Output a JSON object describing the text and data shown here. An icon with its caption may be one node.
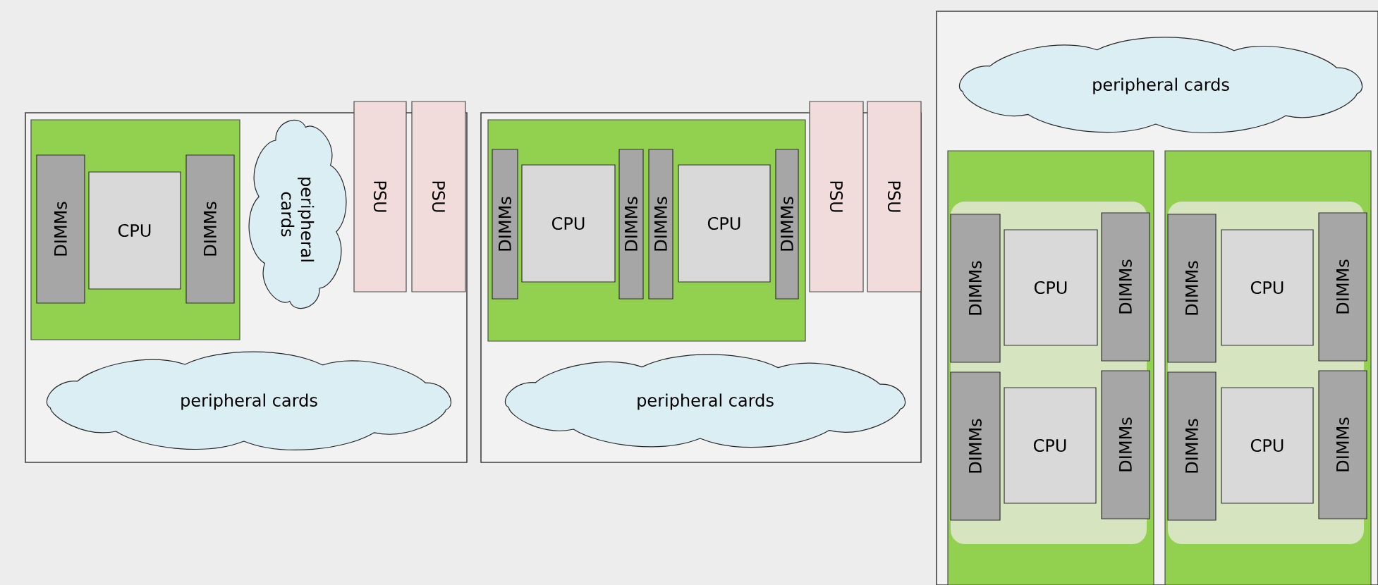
{
  "diagram": {
    "nodes": [
      {
        "text": [],
        "shape": "box"
      },
      {
        "text": [],
        "shape": "box",
        "in": 0
      },
      {
        "text": [
          "DIMMs"
        ],
        "in": 1
      },
      {
        "text": [
          "CPU"
        ],
        "in": 1
      },
      {
        "text": [
          "DIMMs"
        ],
        "in": 1
      },
      {
        "text": [
          "peripheral cards"
        ],
        "in": 0
      },
      {
        "text": [
          "PSU"
        ]
      },
      {
        "text": [
          "PSU"
        ]
      },
      {
        "text": [
          "peripheral cards"
        ],
        "in": 0
      },
      {
        "text": [],
        "shape": "box"
      },
      {
        "text": [],
        "shape": "box",
        "in": 9
      },
      {
        "text": [
          "DIMMs"
        ],
        "in": 10
      },
      {
        "text": [
          "CPU"
        ],
        "in": 10
      },
      {
        "text": [
          "DIMMs"
        ],
        "in": 10
      },
      {
        "text": [
          "DIMMs"
        ],
        "in": 10
      },
      {
        "text": [
          "CPU"
        ],
        "in": 10
      },
      {
        "text": [
          "DIMMs"
        ],
        "in": 10
      },
      {
        "text": [
          "PSU"
        ]
      },
      {
        "text": [
          "PSU"
        ]
      },
      {
        "text": [
          "peripheral cards"
        ],
        "in": 9
      },
      {
        "text": [],
        "shape": "box"
      },
      {
        "text": [
          "peripheral cards"
        ],
        "in": 20
      },
      {
        "text": [],
        "shape": "box",
        "in": 20
      },
      {
        "text": [
          "DIMMs"
        ],
        "in": 22
      },
      {
        "text": [
          "CPU"
        ],
        "in": 22
      },
      {
        "text": [
          "DIMMs"
        ],
        "in": 22
      },
      {
        "text": [
          "DIMMs"
        ],
        "in": 22
      },
      {
        "text": [
          "CPU"
        ],
        "in": 22
      },
      {
        "text": [
          "DIMMs"
        ],
        "in": 22
      },
      {
        "text": [],
        "shape": "box",
        "in": 20
      },
      {
        "text": [
          "DIMMs"
        ],
        "in": 29
      },
      {
        "text": [
          "CPU"
        ],
        "in": 29
      },
      {
        "text": [
          "DIMMs"
        ],
        "in": 29
      },
      {
        "text": [
          "DIMMs"
        ],
        "in": 29
      },
      {
        "text": [
          "CPU"
        ],
        "in": 29
      },
      {
        "text": [
          "DIMMs"
        ],
        "in": 29
      }
    ]
  }
}
